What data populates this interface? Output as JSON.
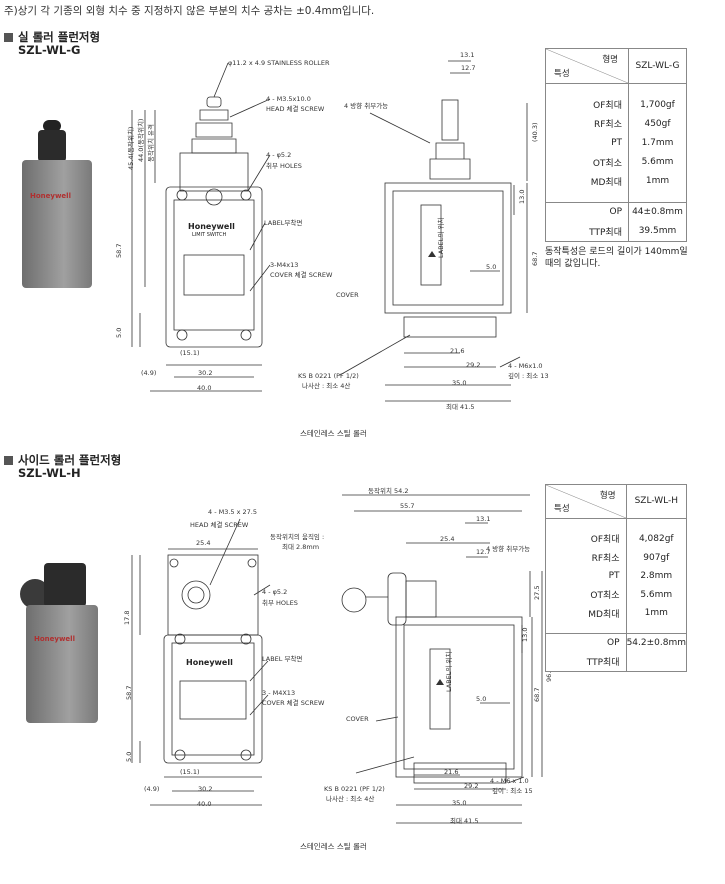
{
  "note": "주)상기 각 기종의 외형 치수 중 지정하지 않은 부분의 치수 공차는 ±0.4mm입니다.",
  "sections": [
    {
      "title": "실 롤러 플런저형",
      "model": "SZL-WL-G",
      "caption": "스테인레스 스틸 롤러",
      "labels": {
        "roller": "φ11.2 x 4.9 STAINLESS ROLLER",
        "head_screw": "4 - M3.5x10.0",
        "head_screw_sub": "HEAD 체결 SCREW",
        "holes": "4 - φ5.2",
        "holes_sub": "취부 HOLES",
        "label_pos": "LABEL부착면",
        "cover_screw": "3-M4x13",
        "cover_screw_sub": "COVER 체결 SCREW",
        "mount_dir": "4 방향 취부가능",
        "cover": "COVER",
        "ks": "KS B 0221 (PF 1/2)",
        "ks_sub": "나사산 : 최소 4산",
        "m6": "4 - M6x1.0",
        "m6_sub": "깊이 : 최소 13",
        "label_text": "LABEL의 위치",
        "d_13_1": "13.1",
        "d_12_7": "12.7",
        "d_40_3": "(40.3)",
        "d_13_0": "13.0",
        "d_68_7": "68.7",
        "d_5_0r": "5.0",
        "d_21_6": "21.6",
        "d_29_2": "29.2",
        "d_35_0": "35.0",
        "d_41_5": "최대 41.5",
        "d_15_1": "(15.1)",
        "d_30_2": "30.2",
        "d_40_0": "40.0",
        "d_4_9": "(4.9)",
        "d_58_7": "58.7",
        "d_5_0": "5.0",
        "d_45_4": "45.4(동작위치)",
        "d_44_0": "44.0(동작위치)",
        "d_free": "동작위치 유격"
      },
      "table": {
        "hdr_model": "형명",
        "hdr_char": "특성",
        "model": "SZL-WL-G",
        "rows": [
          {
            "k": "OF최대",
            "v": "1,700gf"
          },
          {
            "k": "RF최소",
            "v": "450gf"
          },
          {
            "k": "PT",
            "v": "1.7mm"
          },
          {
            "k": "OT최소",
            "v": "5.6mm"
          },
          {
            "k": "MD최대",
            "v": "1mm"
          }
        ],
        "rows2": [
          {
            "k": "OP",
            "v": "44±0.8mm"
          },
          {
            "k": "TTP최대",
            "v": "39.5mm"
          }
        ]
      },
      "footnote": "동작특성은 로드의 길이가 140mm일 때의 값입니다."
    },
    {
      "title": "사이드 롤러 플런저형",
      "model": "SZL-WL-H",
      "caption": "스테인레스 스틸 롤러",
      "labels": {
        "head_screw": "4 - M3.5 x 27.5",
        "head_screw_sub": "HEAD 체결 SCREW",
        "holes": "4 - φ5.2",
        "holes_sub": "취부 HOLES",
        "label_pos": "LABEL 부착면",
        "cover_screw": "3 - M4X13",
        "cover_screw_sub": "COVER 체결 SCREW",
        "d_25_4": "25.4",
        "d_17_8": "17.8",
        "d_58_7": "58.7",
        "d_5_0": "5.0",
        "d_15_1": "(15.1)",
        "d_30_2": "30.2",
        "d_40_0": "40.0",
        "d_4_9": "(4.9)",
        "stroke": "동작위치 54.2",
        "d_55_7": "55.7",
        "d_13_1": "13.1",
        "d_25_4r": "25.4",
        "d_12_7": "12.7",
        "free": "동작위치의 움직임 :",
        "free_sub": "최대 2.8mm",
        "mount_dir": "4 방향 취부가능",
        "d_27_5": "27.5",
        "d_13_0": "13.0",
        "d_96_0": "96.0",
        "d_68_7": "68.7",
        "d_5_0r": "5.0",
        "cover": "COVER",
        "label_text": "LABEL의 위치",
        "d_21_6": "21.6",
        "d_29_2": "29.2",
        "d_35_0": "35.0",
        "d_41_5": "최대 41.5",
        "ks": "KS B 0221 (PF 1/2)",
        "ks_sub": "나사산 : 최소 4산",
        "m6": "4 - M6 x 1.0",
        "m6_sub": "깊이 : 최소 15"
      },
      "table": {
        "hdr_model": "형명",
        "hdr_char": "특성",
        "model": "SZL-WL-H",
        "rows": [
          {
            "k": "OF최대",
            "v": "4,082gf"
          },
          {
            "k": "RF최소",
            "v": "907gf"
          },
          {
            "k": "PT",
            "v": "2.8mm"
          },
          {
            "k": "OT최소",
            "v": "5.6mm"
          },
          {
            "k": "MD최대",
            "v": "1mm"
          }
        ],
        "rows2": [
          {
            "k": "OP",
            "v": "54.2±0.8mm"
          },
          {
            "k": "TTP최대",
            "v": ""
          }
        ]
      }
    }
  ],
  "brand": "Honeywell",
  "brand_sub": "LIMIT SWITCH",
  "colors": {
    "ink": "#333333",
    "photo_grey": "#8a8a8a",
    "photo_dark": "#2b2b2b",
    "brand_red": "#b03030"
  }
}
